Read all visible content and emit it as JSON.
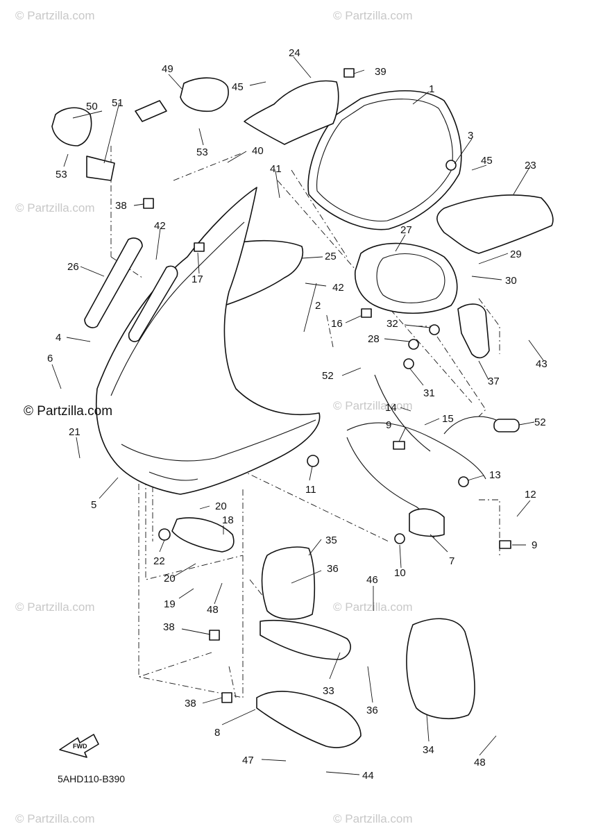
{
  "diagram": {
    "code": "5AHD110-B390",
    "copyright": "© Partzilla.com",
    "watermark": "© Partzilla.com",
    "fwd_label": "FWD",
    "callouts": [
      "1",
      "2",
      "3",
      "4",
      "5",
      "6",
      "7",
      "8",
      "9",
      "9",
      "10",
      "11",
      "12",
      "13",
      "14",
      "15",
      "16",
      "17",
      "18",
      "19",
      "20",
      "20",
      "21",
      "22",
      "23",
      "24",
      "25",
      "26",
      "27",
      "28",
      "29",
      "30",
      "31",
      "32",
      "33",
      "34",
      "35",
      "36",
      "36",
      "37",
      "38",
      "38",
      "38",
      "39",
      "40",
      "41",
      "42",
      "42",
      "43",
      "44",
      "45",
      "45",
      "46",
      "47",
      "48",
      "48",
      "49",
      "50",
      "51",
      "52",
      "52",
      "53",
      "53"
    ]
  }
}
